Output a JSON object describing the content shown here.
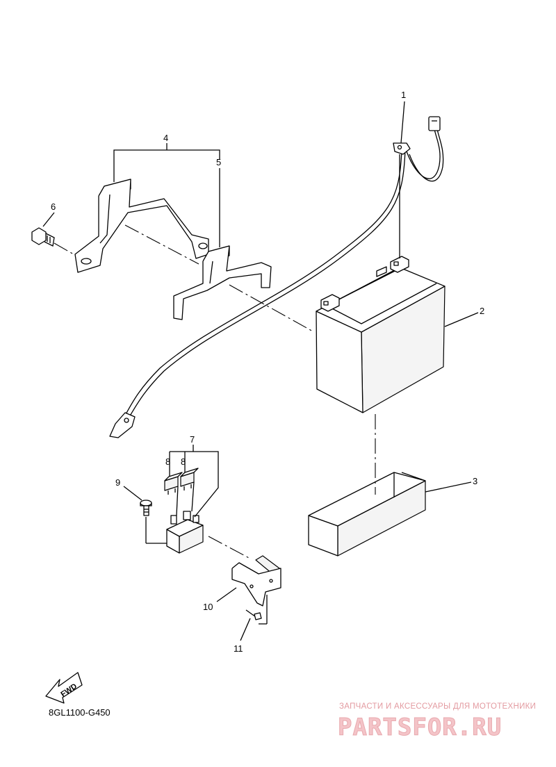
{
  "callouts": [
    {
      "id": "1",
      "label": "1"
    },
    {
      "id": "2",
      "label": "2"
    },
    {
      "id": "3",
      "label": "3"
    },
    {
      "id": "4",
      "label": "4"
    },
    {
      "id": "5",
      "label": "5"
    },
    {
      "id": "6",
      "label": "6"
    },
    {
      "id": "7",
      "label": "7"
    },
    {
      "id": "8a",
      "label": "8"
    },
    {
      "id": "8b",
      "label": "8"
    },
    {
      "id": "9",
      "label": "9"
    },
    {
      "id": "10",
      "label": "10"
    },
    {
      "id": "11",
      "label": "11"
    }
  ],
  "fwd_label": "FWD",
  "diagram_code": "8GL1100-G450",
  "watermark": {
    "tagline": "ЗАПЧАСТИ И АКСЕССУАРЫ ДЛЯ МОТОТЕХНИКИ",
    "brand": "PARTSFOR.RU"
  },
  "colors": {
    "line": "#000000",
    "watermark_text": "#e39aa0",
    "watermark_fill": "#f4c4c8"
  }
}
